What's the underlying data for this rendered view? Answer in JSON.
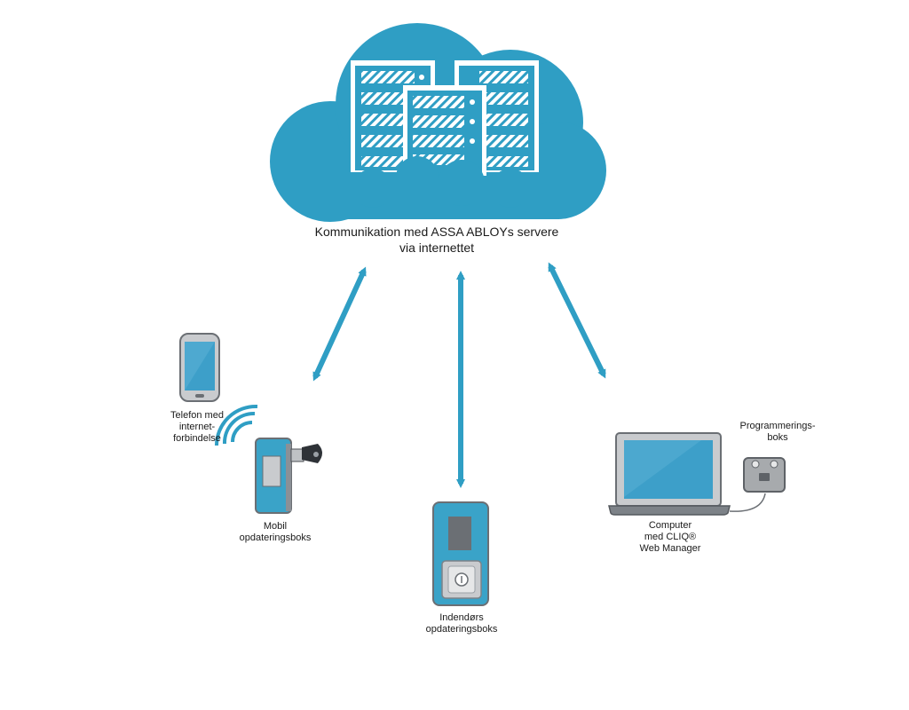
{
  "cloud": {
    "caption_line1": "Kommunikation med ASSA ABLOYs servere",
    "caption_line2": "via internettet"
  },
  "devices": {
    "phone": {
      "line1": "Telefon med",
      "line2": "internet-",
      "line3": "forbindelse"
    },
    "mobile_box": {
      "line1": "Mobil",
      "line2": "opdateringsboks"
    },
    "indoor_box": {
      "line1": "Indendørs",
      "line2": "opdateringsboks"
    },
    "computer": {
      "line1": "Computer",
      "line2": "med CLIQ®",
      "line3": "Web Manager"
    },
    "programming_box": {
      "line1": "Programmerings-",
      "line2": "boks"
    }
  },
  "colors": {
    "cloud": "#2f9ec4",
    "arrow": "#2f9ec4",
    "device_blue": "#3aa3c8",
    "device_grey": "#7d8288",
    "screen": "#3d9fc9"
  }
}
